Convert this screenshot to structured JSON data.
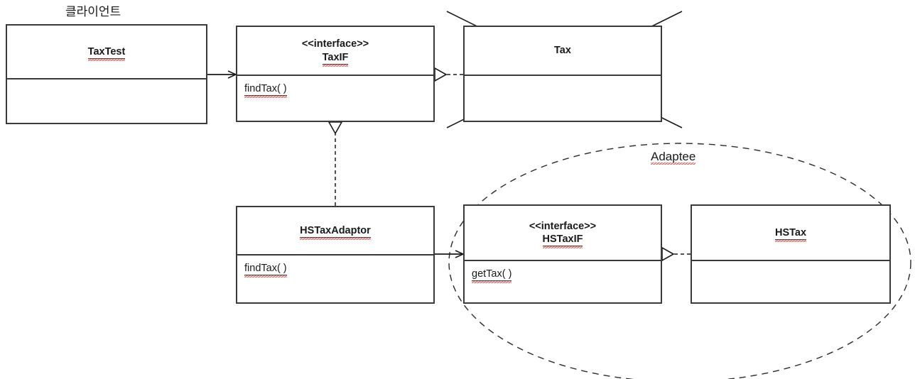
{
  "diagram": {
    "title": "Adapter Pattern Class Diagram",
    "type": "uml-class-diagram",
    "colors": {
      "box_border": "#3a3a3a",
      "line": "#1a1a1a",
      "spellcheck_underline": "#e8413a",
      "background": "#ffffff"
    }
  },
  "labels": {
    "client": "클라이언트",
    "adaptee": "Adaptee"
  },
  "classes": {
    "tax_test": {
      "name": "TaxTest",
      "stereotype": "",
      "methods": []
    },
    "tax_if": {
      "name": "TaxIF",
      "stereotype": "<<interface>>",
      "methods": [
        "findTax( )"
      ]
    },
    "tax": {
      "name": "Tax",
      "stereotype": "",
      "methods": [],
      "struck_out": true
    },
    "hs_tax_adaptor": {
      "name": "HSTaxAdaptor",
      "stereotype": "",
      "methods": [
        "findTax( )"
      ]
    },
    "hs_tax_if": {
      "name": "HSTaxIF",
      "stereotype": "<<interface>>",
      "methods": [
        "getTax( )"
      ]
    },
    "hs_tax": {
      "name": "HSTax",
      "stereotype": "",
      "methods": []
    }
  },
  "relations": [
    {
      "from": "TaxTest",
      "to": "TaxIF",
      "type": "association"
    },
    {
      "from": "Tax",
      "to": "TaxIF",
      "type": "realization"
    },
    {
      "from": "HSTaxAdaptor",
      "to": "TaxIF",
      "type": "realization"
    },
    {
      "from": "HSTaxAdaptor",
      "to": "HSTaxIF",
      "type": "association"
    },
    {
      "from": "HSTax",
      "to": "HSTaxIF",
      "type": "realization"
    }
  ]
}
